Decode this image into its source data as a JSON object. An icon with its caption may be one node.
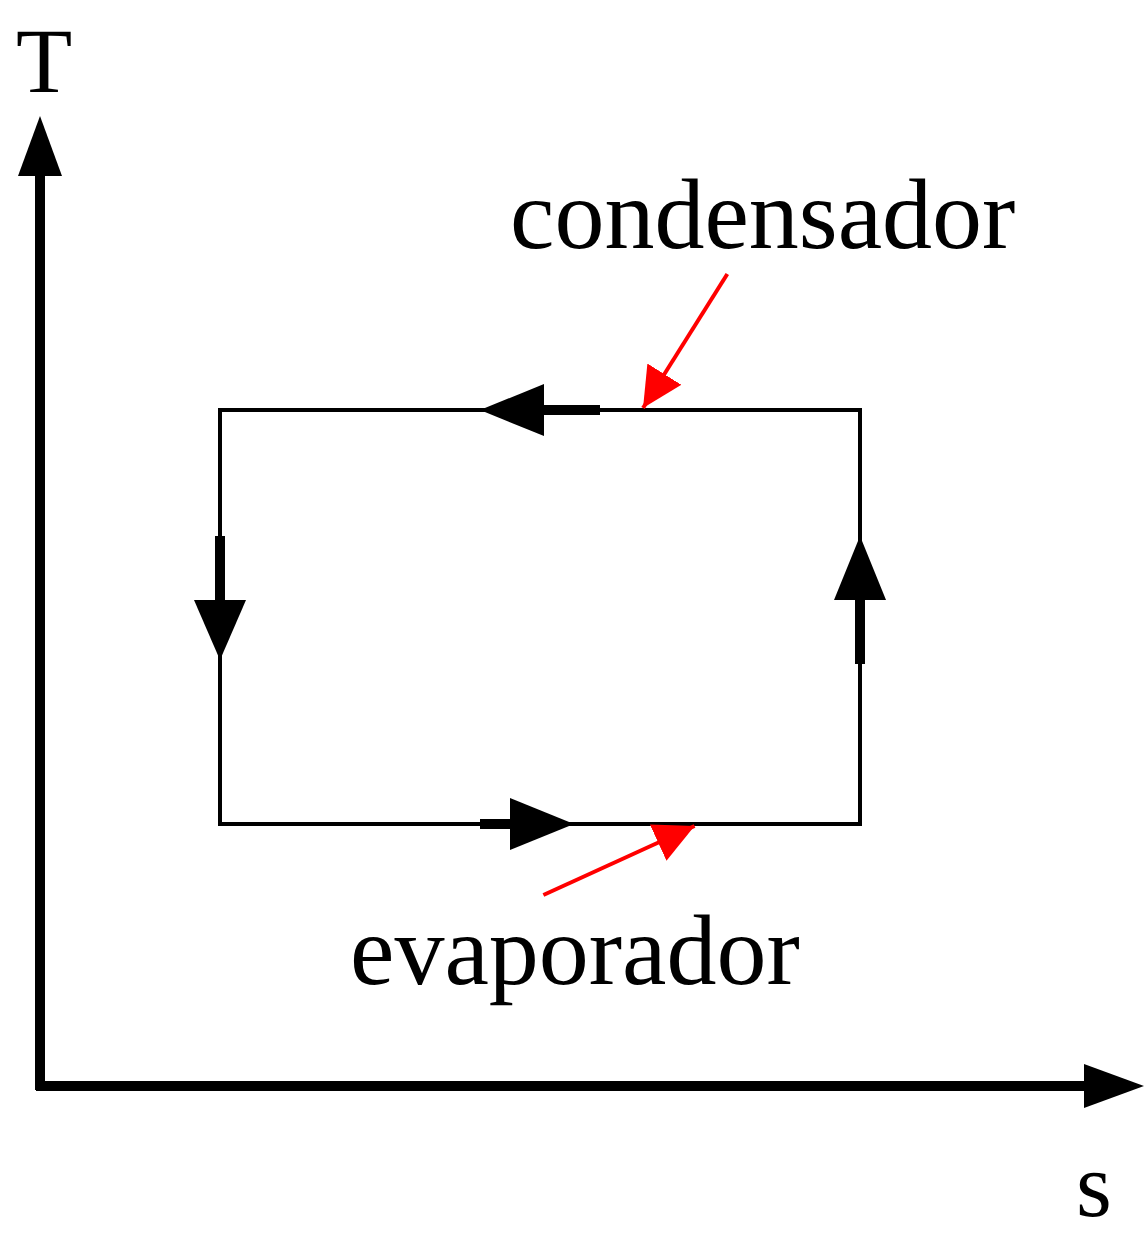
{
  "diagram": {
    "nodes": [
      {
        "text": [
          "condensador"
        ]
      },
      {
        "text": [
          "evaporador"
        ]
      },
      {
        "text": [],
        "shape": "box"
      }
    ],
    "edges": [
      {
        "from": 0,
        "to": 2,
        "arrow": "to",
        "color": "#ff0000"
      },
      {
        "from": 1,
        "to": 2,
        "arrow": "to",
        "color": "#ff0000"
      }
    ],
    "labels": [
      "T",
      "s"
    ]
  }
}
